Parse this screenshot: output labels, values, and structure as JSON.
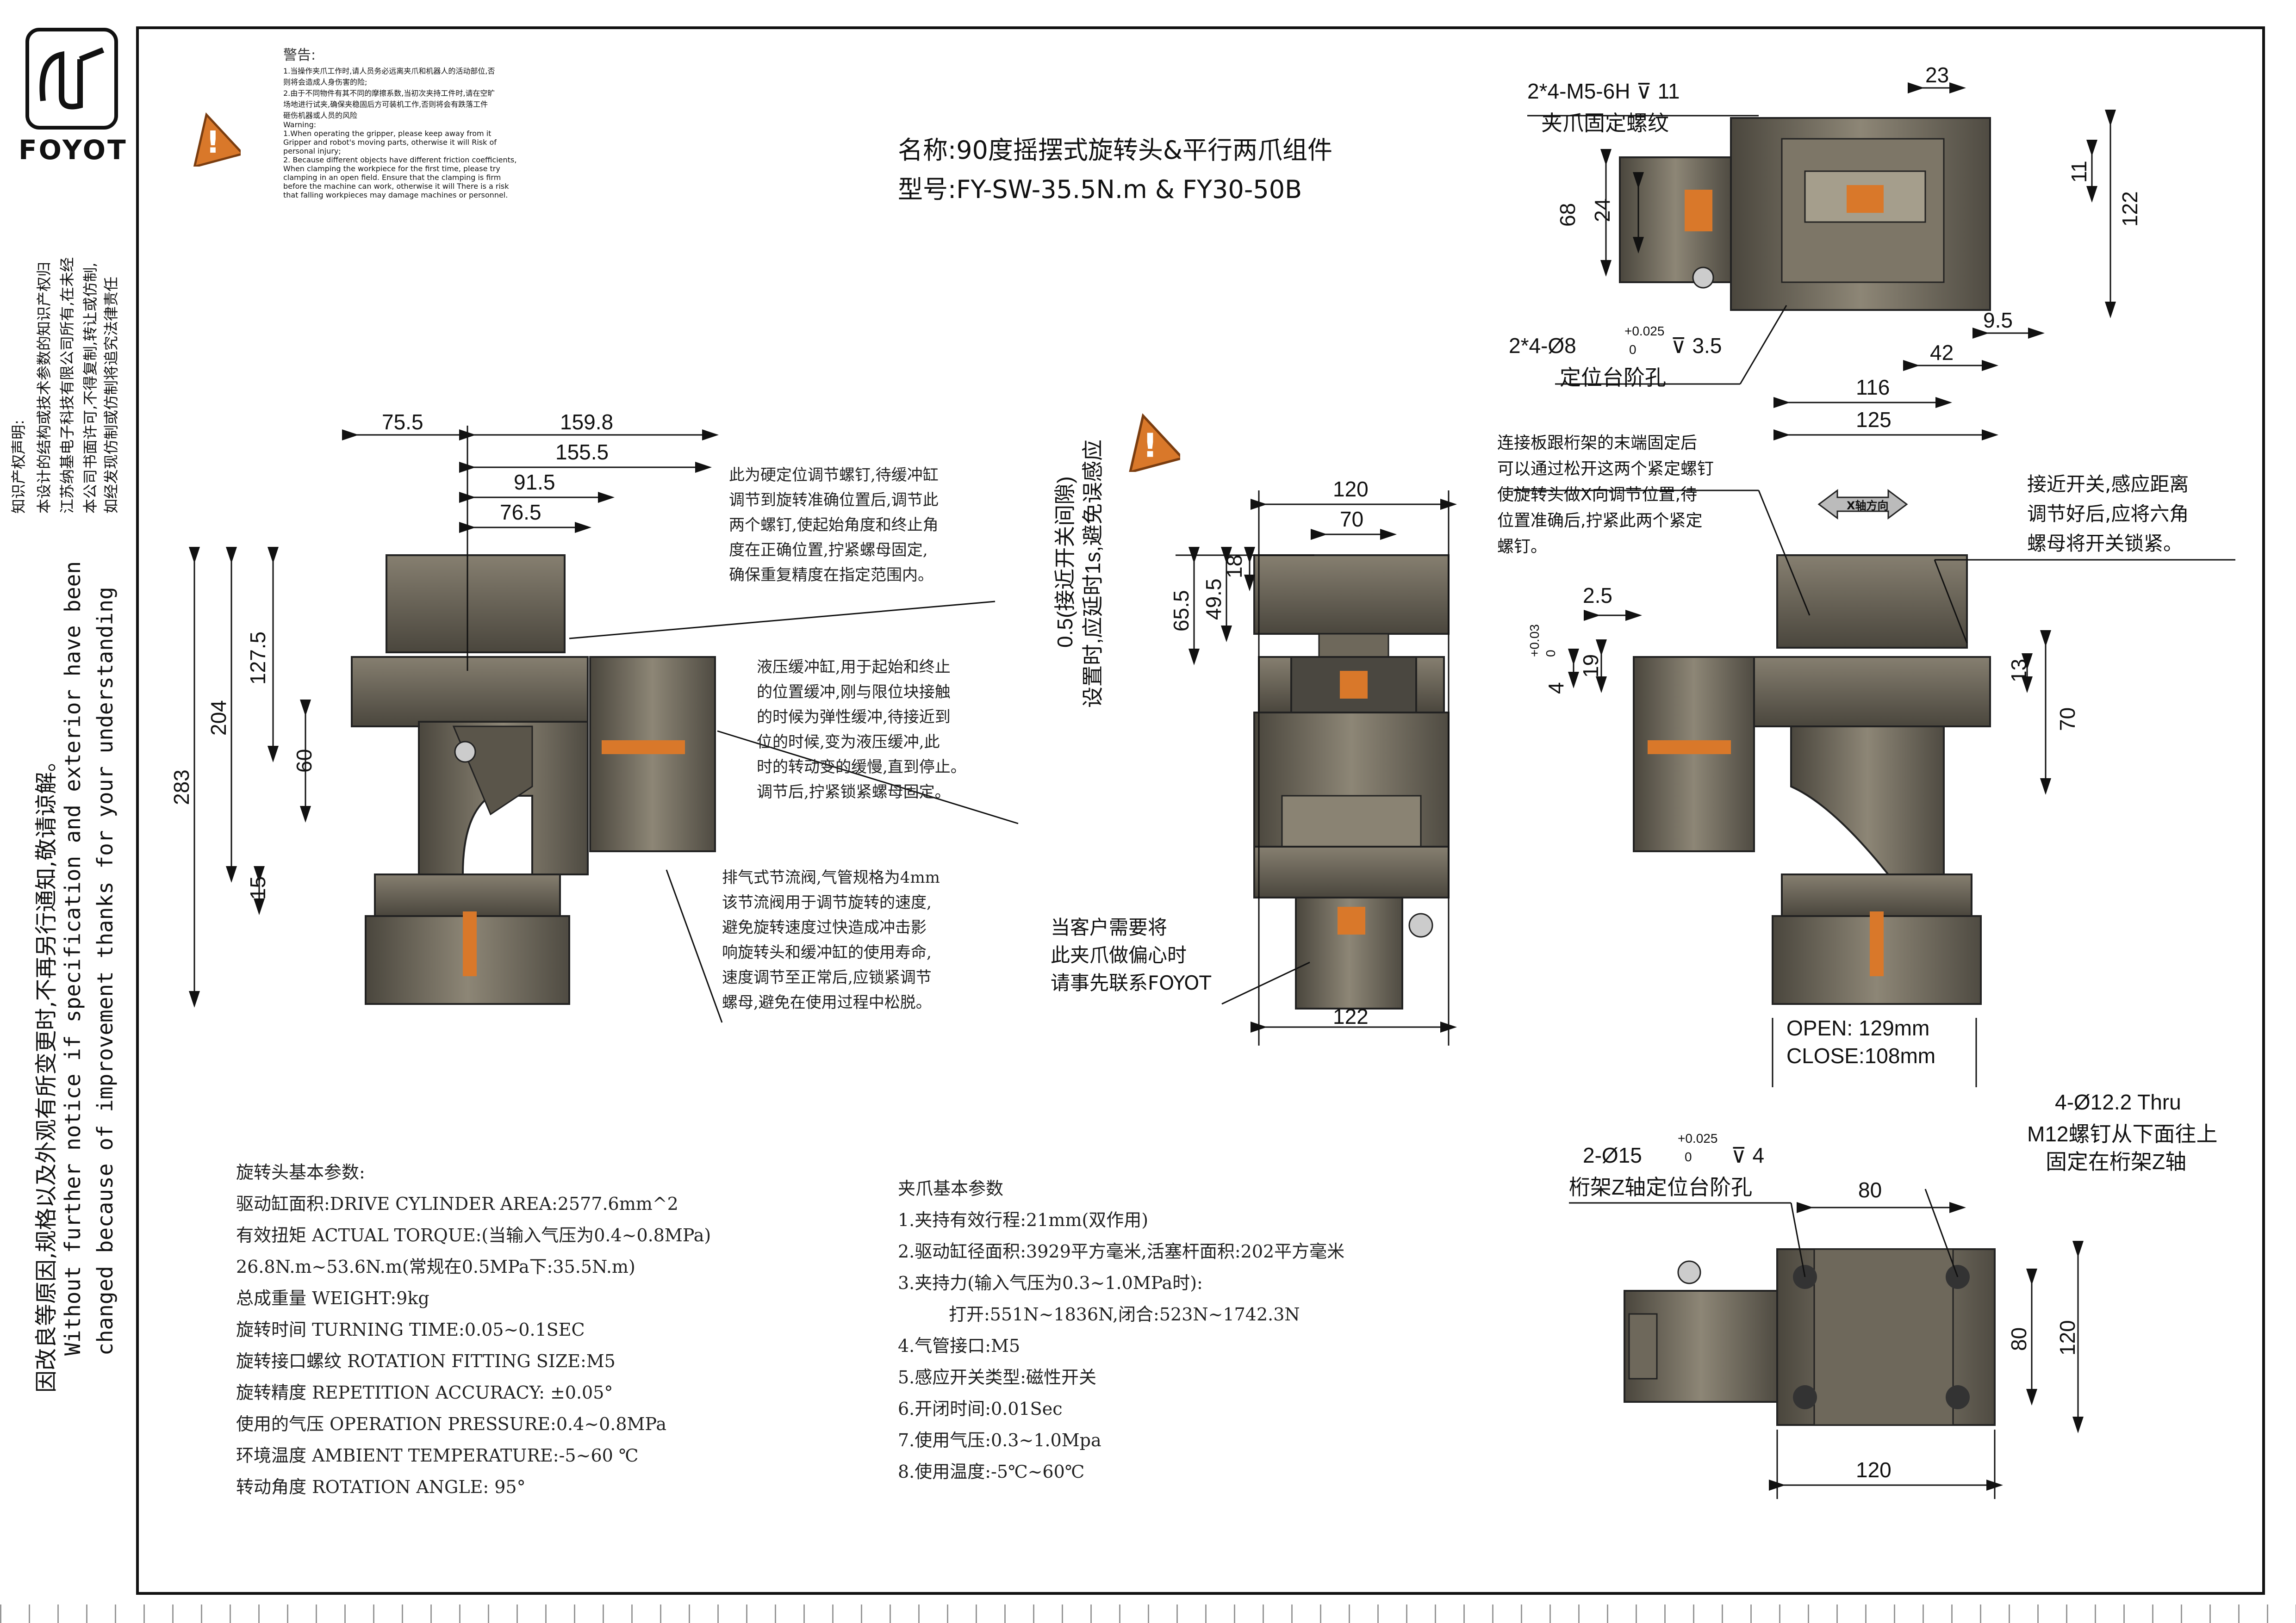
{
  "brand": {
    "name": "FOYOT"
  },
  "side_notes": {
    "ip_title": "知识产权声明:",
    "ip_1": "本设计的结构或技术参数的知识产权归",
    "ip_2": "江苏纳基电子科技有限公司所有,在未经",
    "ip_3": "本公司书面许可,不得复制,转让或仿制,",
    "ip_4": "如经发现仿制或仿制将追究法律责任",
    "cn_change": "因改良等原因,规格以及外观有所变更时,不再另行通知,敬请谅解。",
    "en_change_1": "Without further  notice if specification and exterior have been",
    "en_change_2": "changed because of improvement thanks for your understanding"
  },
  "warning": {
    "title": "警告:",
    "lines": [
      "1.当操作夹爪工作时,请人员务必远离夹爪和机器人的活动部位,否",
      "则将会造成人身伤害的险;",
      "2.由于不同物件有其不同的摩擦系数,当初次夹持工件时,请在空旷",
      "场地进行试夹,确保夹稳固后方可装机工作,否则将会有跌落工件",
      "砸伤机器或人员的风险",
      "Warning:",
      "1.When operating the gripper, please keep away from it",
      "Gripper and robot's moving parts, otherwise it will Risk of",
      "personal injury;",
      "2. Because different objects have different friction coefficients,",
      "When clamping the workpiece for the first time, please try",
      "clamping in an open field. Ensure that the clamping is firm",
      "before the machine can work, otherwise it will There is a risk",
      "that falling workpieces may damage machines or personnel."
    ]
  },
  "title": {
    "name": "名称:90度摇摆式旋转头&平行两爪组件",
    "model": "型号:FY-SW-35.5N.m & FY30-50B"
  },
  "dims_left": {
    "d75_5": "75.5",
    "d159_8": "159.8",
    "d155_5": "155.5",
    "d91_5": "91.5",
    "d76_5": "76.5",
    "d283": "283",
    "d204": "204",
    "d127_5": "127.5",
    "d60": "60",
    "d15": "15"
  },
  "dims_mid": {
    "d120": "120",
    "d70": "70",
    "d18": "18",
    "d49_5": "49.5",
    "d65_5": "65.5",
    "d122": "122",
    "vertical_note_1": "0.5(接近开关间隙)",
    "vertical_note_2": "设置时,应延时1s,避免误感应"
  },
  "dims_top_right": {
    "thread": "2*4-M5-6H",
    "thread_depth": "11",
    "thread_note": "夹爪固定螺纹",
    "d23": "23",
    "d68": "68",
    "d24": "24",
    "d11": "11",
    "d122": "122",
    "d9_5": "9.5",
    "d42": "42",
    "d116": "116",
    "d125": "125",
    "hole_spec": "2*4-Ø8",
    "hole_tol_upper": "+0.025",
    "hole_tol_lower": "0",
    "hole_depth": "3.5",
    "hole_note": "定位台阶孔"
  },
  "dims_right": {
    "d2_5": "2.5",
    "tol_upper": "+0.03",
    "tol_lower": "0",
    "d4": "4",
    "d19": "19",
    "d13": "13",
    "d70": "70",
    "x_arrow": "X轴方向",
    "open": "OPEN: 129mm",
    "close": "CLOSE:108mm"
  },
  "dims_bottom_right": {
    "hole1_spec": "2-Ø15",
    "hole1_tol_upper": "+0.025",
    "hole1_tol_lower": "0",
    "hole1_depth": "4",
    "hole1_note": "桁架Z轴定位台阶孔",
    "hole2_l1": "4-Ø12.2 Thru",
    "hole2_l2": "M12螺钉从下面往上",
    "hole2_l3": "固定在桁架Z轴",
    "d80_top": "80",
    "d80_side": "80",
    "d120_side": "120",
    "d120_bottom": "120"
  },
  "notes": {
    "screw": [
      "此为硬定位调节螺钉,待缓冲缸",
      "调节到旋转准确位置后,调节此",
      "两个螺钉,使起始角度和终止角",
      "度在正确位置,拧紧螺母固定,",
      "确保重复精度在指定范围内。"
    ],
    "buffer": [
      "液压缓冲缸,用于起始和终止",
      "的位置缓冲,刚与限位块接触",
      "的时候为弹性缓冲,待接近到",
      "位的时候,变为液压缓冲,此",
      "时的转动变的缓慢,直到停止。",
      "调节后,拧紧锁紧螺母固定。"
    ],
    "valve": [
      "排气式节流阀,气管规格为4mm",
      "该节流阀用于调节旋转的速度,",
      "避免旋转速度过快造成冲击影",
      "响旋转头和缓冲缸的使用寿命,",
      "速度调节至正常后,应锁紧调节",
      "螺母,避免在使用过程中松脱。"
    ],
    "eccentric": [
      "当客户需要将",
      "此夹爪做偏心时",
      "请事先联系FOYOT"
    ],
    "mount": [
      "连接板跟桁架的末端固定后",
      "可以通过松开这两个紧定螺钉",
      "使旋转头做X向调节位置,待",
      "位置准确后,拧紧此两个紧定",
      "螺钉。"
    ],
    "sensor": [
      "接近开关,感应距离",
      "调节好后,应将六角",
      "螺母将开关锁紧。"
    ]
  },
  "rotary_params": {
    "heading": "旋转头基本参数:",
    "lines": [
      "驱动缸面积:DRIVE CYLINDER AREA:2577.6mm^2",
      "有效扭矩 ACTUAL TORQUE:(当输入气压为0.4~0.8MPa)",
      "26.8N.m~53.6N.m(常规在0.5MPa下:35.5N.m)",
      "总成重量 WEIGHT:9kg",
      "旋转时间 TURNING TIME:0.05~0.1SEC",
      "旋转接口螺纹 ROTATION FITTING SIZE:M5",
      "旋转精度 REPETITION ACCURACY: ±0.05°",
      "使用的气压 OPERATION PRESSURE:0.4~0.8MPa",
      "环境温度 AMBIENT TEMPERATURE:-5~60 ℃",
      "转动角度 ROTATION ANGLE: 95°"
    ]
  },
  "gripper_params": {
    "heading": "夹爪基本参数",
    "lines": [
      "1.夹持有效行程:21mm(双作用)",
      "2.驱动缸径面积:3929平方毫米,活塞杆面积:202平方毫米",
      "3.夹持力(输入气压为0.3~1.0MPa时):",
      "打开:551N~1836N,闭合:523N~1742.3N",
      "4.气管接口:M5",
      "5.感应开关类型:磁性开关",
      "6.开闭时间:0.01Sec",
      "7.使用气压:0.3~1.0Mpa",
      "8.使用温度:-5℃~60℃"
    ]
  },
  "colors": {
    "body": "#6b6557",
    "body_dark": "#3d3a33",
    "body_light": "#9b9484",
    "orange": "#d9782a",
    "line": "#111111"
  }
}
